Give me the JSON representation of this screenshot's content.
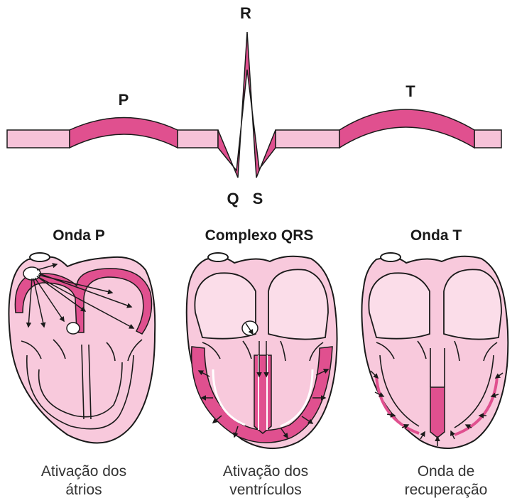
{
  "ecg": {
    "labels": {
      "p": "P",
      "q": "Q",
      "r": "R",
      "s": "S",
      "t": "T"
    }
  },
  "panels": [
    {
      "title": "Onda P",
      "caption_line1": "Ativação dos",
      "caption_line2": "átrios"
    },
    {
      "title": "Complexo QRS",
      "caption_line1": "Ativação dos",
      "caption_line2": "ventrículos"
    },
    {
      "title": "Onda T",
      "caption_line1": "Onda de",
      "caption_line2": "recuperação"
    }
  ],
  "colors": {
    "heart_fill": "#f8c9dc",
    "active_magenta": "#e0508f",
    "baseline_pink": "#f6c2d8",
    "outline": "#1a1a1a",
    "chamber_fill": "#fbdde9"
  }
}
